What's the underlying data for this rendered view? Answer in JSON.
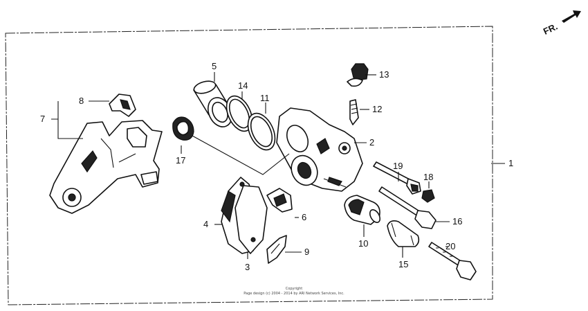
{
  "direction_marker": {
    "text": "FR.",
    "icon": "front-arrow-icon"
  },
  "labels": {
    "p1": "1",
    "p2": "2",
    "p3": "3",
    "p4": "4",
    "p5": "5",
    "p6": "6",
    "p7": "7",
    "p8": "8",
    "p9": "9",
    "p10": "10",
    "p11": "11",
    "p12": "12",
    "p13": "13",
    "p14": "14",
    "p16": "16",
    "p15": "15",
    "p17": "17",
    "p18": "18",
    "p19": "19",
    "p20": "20"
  },
  "copyright": {
    "line1": "Copyright",
    "line2": "Page design (c) 2004 - 2014 by ARI Network Services, Inc."
  }
}
